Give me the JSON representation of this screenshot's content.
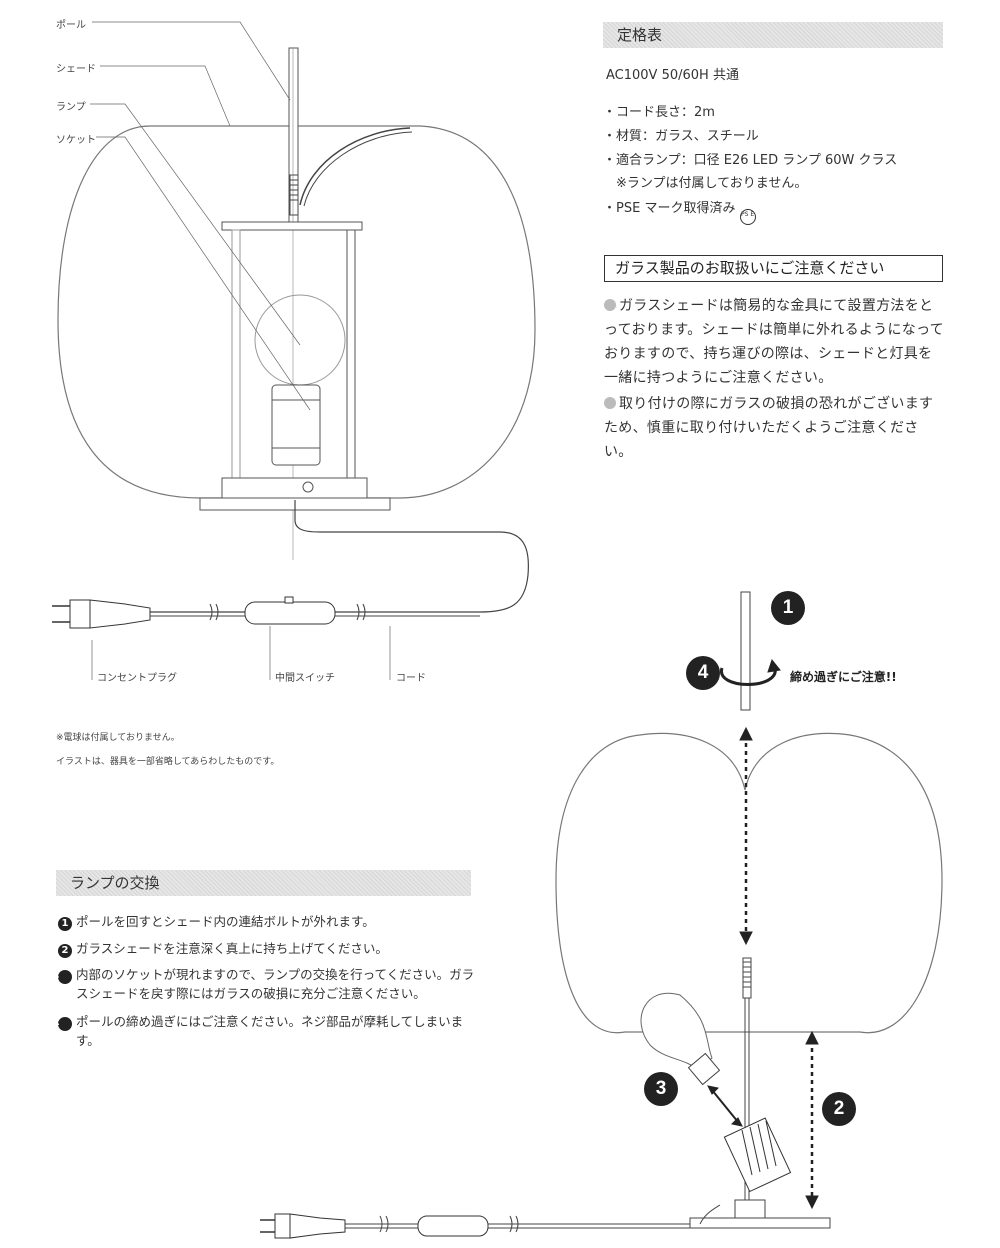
{
  "diagram_labels": {
    "pole": "ポール",
    "shade": "シェード",
    "lamp": "ランプ",
    "socket": "ソケット",
    "plug": "コンセントプラグ",
    "switch": "中間スイッチ",
    "cord": "コード"
  },
  "notes": {
    "bulb_not_included": "※電球は付属しておりません。",
    "illustration_note": "イラストは、器具を一部省略してあらわしたものです。"
  },
  "spec": {
    "title": "定格表",
    "power": "AC100V  50/60H 共通",
    "items": [
      "・コード長さ：2m",
      "・材質：ガラス、スチール",
      "・適合ランプ：口径 E26 LED ランプ 60W クラス",
      "　※ランプは付属しておりません。",
      "・PSE マーク取得済み"
    ],
    "pse_mark": "PS E"
  },
  "glass_caution": {
    "title": "ガラス製品のお取扱いにご注意ください",
    "paragraphs": [
      "ガラスシェードは簡易的な金具にて設置方法をとっております。シェードは簡単に外れるようになっておりますので、持ち運びの際は、シェードと灯具を一緒に持つようにご注意ください。",
      "取り付けの際にガラスの破損の恐れがございますため、慎重に取り付けいただくようご注意ください。"
    ]
  },
  "lamp_exchange": {
    "title": "ランプの交換",
    "steps": [
      {
        "num": "1",
        "text": "ポールを回すとシェード内の連結ボルトが外れます。"
      },
      {
        "num": "2",
        "text": "ガラスシェードを注意深く真上に持ち上げてください。"
      },
      {
        "num": "3",
        "text": "内部のソケットが現れますので、ランプの交換を行ってください。ガラスシェードを戻す際にはガラスの破損に充分ご注意ください。"
      },
      {
        "num": "4",
        "text": "ポールの締め過ぎにはご注意ください。ネジ部品が摩耗してしまいます。"
      }
    ]
  },
  "assembly": {
    "markers": [
      "1",
      "2",
      "3",
      "4"
    ],
    "overtighten_warning": "締め過ぎにご注意!!"
  }
}
